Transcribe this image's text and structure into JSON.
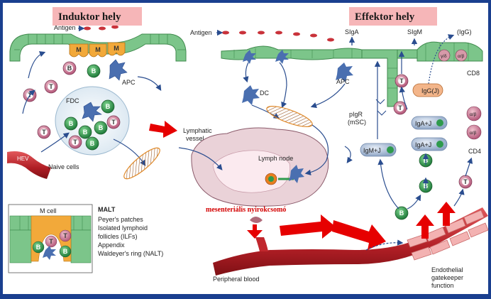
{
  "titles": {
    "inductor": "Induktor hely",
    "effector": "Effektor hely"
  },
  "caption_red": "mesenteriális nyirokcsomó",
  "labels": {
    "antigen_left": "Antigen",
    "antigen_mid": "Antigen",
    "apc_left": "APC",
    "apc_mid": "APC",
    "fdc": "FDC",
    "dc": "DC",
    "hev": "HEV",
    "naive_cells": "Naive cells",
    "lymphatic_vessel_1": "Lymphatic",
    "lymphatic_vessel_2": "vessel",
    "lymph_node": "Lymph node",
    "siga": "SIgA",
    "sigm": "SIgM",
    "igg": "(IgG)",
    "igg_j": "IgG(J)",
    "cd8": "CD8",
    "cd4": "CD4",
    "pigr_1": "pIgR",
    "pigr_2": "(mSC)",
    "igm_j": "IgM+J",
    "iga_j_1": "IgA+J",
    "iga_j_2": "IgA+J",
    "peripheral_blood": "Peripheral blood",
    "endothelial_1": "Endothelial",
    "endothelial_2": "gatekeeper",
    "endothelial_3": "function",
    "m_cell": "M cell",
    "alpha_beta": "α/β",
    "gamma_delta": "γ/δ"
  },
  "malt": {
    "title": "MALT",
    "items": [
      "Peyer's patches",
      "Isolated lymphoid",
      "follicles (ILFs)",
      "Appendix",
      "Waldeyer's ring (NALT)"
    ]
  },
  "cell_letters": {
    "b": "B",
    "t": "T",
    "m": "M"
  },
  "colors": {
    "background_frame": "#1a3f8f",
    "panel": "#ffffff",
    "title_box": "#f6b6b8",
    "epithelium": "#7cc58a",
    "m_cell": "#f2a93a",
    "b_cell": "#2f9a4d",
    "t_cell": "#c0647e",
    "blood": "#c1272d",
    "arrow_red": "#e60000",
    "dark_arrow": "#2a4d8f"
  }
}
